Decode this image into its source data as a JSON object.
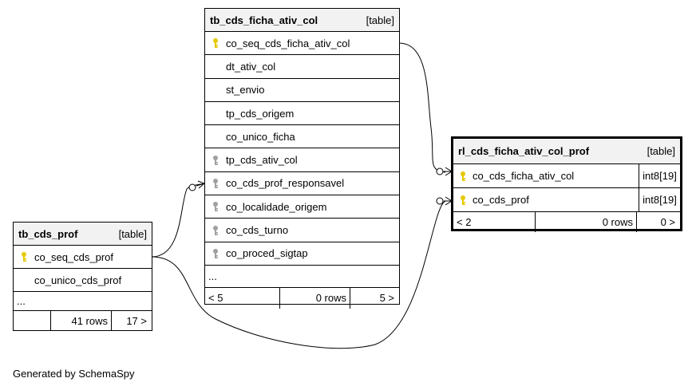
{
  "tables": {
    "fichaAtivCol": {
      "name": "tb_cds_ficha_ativ_col",
      "type_tag": "[table]",
      "columns": [
        {
          "label": "co_seq_cds_ficha_ativ_col",
          "key": "primary"
        },
        {
          "label": "dt_ativ_col",
          "key": "none"
        },
        {
          "label": "st_envio",
          "key": "none"
        },
        {
          "label": "tp_cds_origem",
          "key": "none"
        },
        {
          "label": "co_unico_ficha",
          "key": "none"
        },
        {
          "label": "tp_cds_ativ_col",
          "key": "foreign"
        },
        {
          "label": "co_cds_prof_responsavel",
          "key": "foreign"
        },
        {
          "label": "co_localidade_origem",
          "key": "foreign"
        },
        {
          "label": "co_cds_turno",
          "key": "foreign"
        },
        {
          "label": "co_proced_sigtap",
          "key": "foreign"
        }
      ],
      "ellipsis": "...",
      "footer": {
        "parents": "< 5",
        "rows": "0 rows",
        "children": "5 >"
      }
    },
    "cdsProf": {
      "name": "tb_cds_prof",
      "type_tag": "[table]",
      "columns": [
        {
          "label": "co_seq_cds_prof",
          "key": "primary"
        },
        {
          "label": "co_unico_cds_prof",
          "key": "none"
        }
      ],
      "ellipsis": "...",
      "footer": {
        "parents": "",
        "rows": "41 rows",
        "children": "17 >"
      }
    },
    "rlProf": {
      "name": "rl_cds_ficha_ativ_col_prof",
      "type_tag": "[table]",
      "columns": [
        {
          "label": "co_cds_ficha_ativ_col",
          "key": "primary",
          "type": "int8[19]"
        },
        {
          "label": "co_cds_prof",
          "key": "primary",
          "type": "int8[19]"
        }
      ],
      "footer": {
        "parents": "< 2",
        "rows": "0 rows",
        "children": "0 >"
      }
    }
  },
  "colors": {
    "primary_key": "#e6c800",
    "foreign_key": "#a0a0a0",
    "header_bg": "#f2f2f2"
  },
  "credit": "Generated by SchemaSpy"
}
